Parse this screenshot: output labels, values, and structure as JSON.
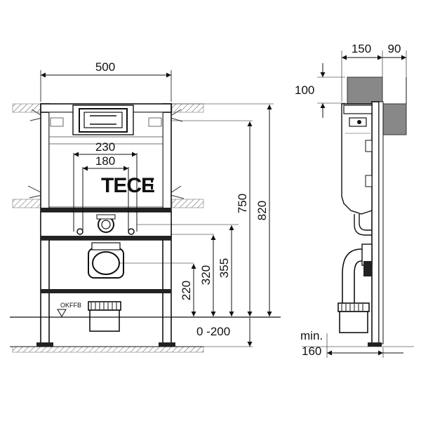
{
  "brand": {
    "name": "TECE"
  },
  "front_view": {
    "width_label": "500",
    "bolt_spacing_outer": "230",
    "bolt_spacing_inner": "180",
    "floor_label": "OKFFB",
    "height_220": "220",
    "height_320": "320",
    "height_355": "355",
    "height_750": "750",
    "height_820": "820",
    "depth_range": "0 -200"
  },
  "side_view": {
    "depth_150": "150",
    "depth_90": "90",
    "height_100": "100",
    "min_label": "min.",
    "min_value": "160"
  }
}
